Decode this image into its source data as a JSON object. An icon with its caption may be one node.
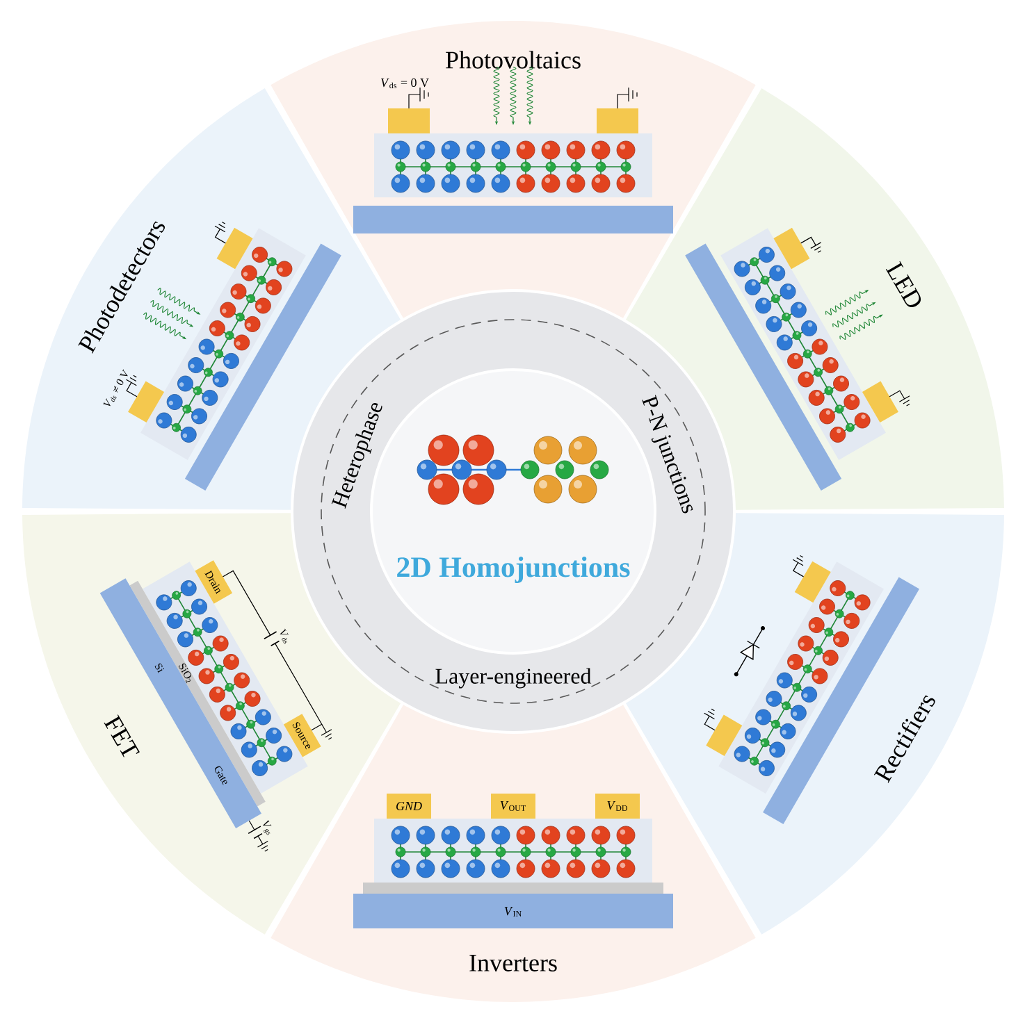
{
  "diagram": {
    "nodes": [
      {
        "text": [
          "Photovoltaics"
        ]
      },
      {
        "text": [
          "Photodetectors"
        ]
      },
      {
        "text": [
          "LED"
        ]
      },
      {
        "text": [
          "Heterophase",
          "P-N junctions",
          "Layer-engineered"
        ]
      },
      {
        "text": [
          "2D Homojunctions"
        ],
        "in": 3
      },
      {
        "text": [
          "FET"
        ]
      },
      {
        "text": [
          "Rectifiers"
        ]
      },
      {
        "text": [
          "Inverters"
        ]
      },
      {
        "text": [
          "Drain"
        ],
        "in": 5
      },
      {
        "text": [
          "Source"
        ],
        "in": 5
      },
      {
        "text": [
          "*GND*"
        ],
        "in": 7
      },
      {
        "text": [
          "*V*$_{OUT}$"
        ],
        "in": 7
      },
      {
        "text": [
          "*V*$_{DD}$"
        ],
        "in": 7
      }
    ],
    "labels": [
      "*V*$_{ds}$ = 0 V",
      "*V*$_{ds}$ ≠ 0 V",
      "*V*$_{ds}$",
      "SiO$_{2}$",
      "Si",
      "Gate",
      "*V*$_{gs}$",
      "*V*$_{IN}$"
    ]
  }
}
